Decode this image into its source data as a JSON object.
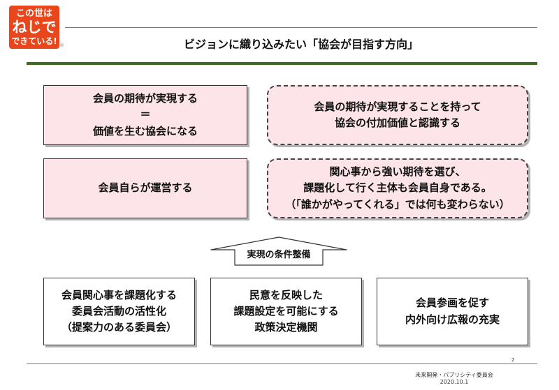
{
  "logo": {
    "line1": "この世は",
    "line2": "ねじで",
    "line3": "できている!",
    "reg": "®"
  },
  "title": "ビジョンに織り込みたい「協会が目指す方向」",
  "top_left": "会員の期待が実現する\n＝\n価値を生む協会になる",
  "top_right": "会員の期待が実現することを持って\n協会の付加価値と認識する",
  "mid_left": "会員自らが運営する",
  "mid_right": "関心事から強い期待を選び、\n課題化して行く主体も会員自身である。\n（「誰かがやってくれる」では何も変わらない）",
  "arrow_label": "実現の条件整備",
  "bottom_boxes": [
    "会員関心事を課題化する\n委員会活動の活性化\n（提案力のある委員会）",
    "民意を反映した\n課題設定を可能にする\n政策決定機関",
    "会員参画を促す\n内外向け広報の充実"
  ],
  "page_number": "2",
  "footer": {
    "dept": "未来開発・パブリシティ委員会",
    "date": "2020.10.1"
  },
  "colors": {
    "logo_bg": "#e8461c",
    "green_rule": "#3e6b1f",
    "pink_fill": "#fce4e8"
  }
}
